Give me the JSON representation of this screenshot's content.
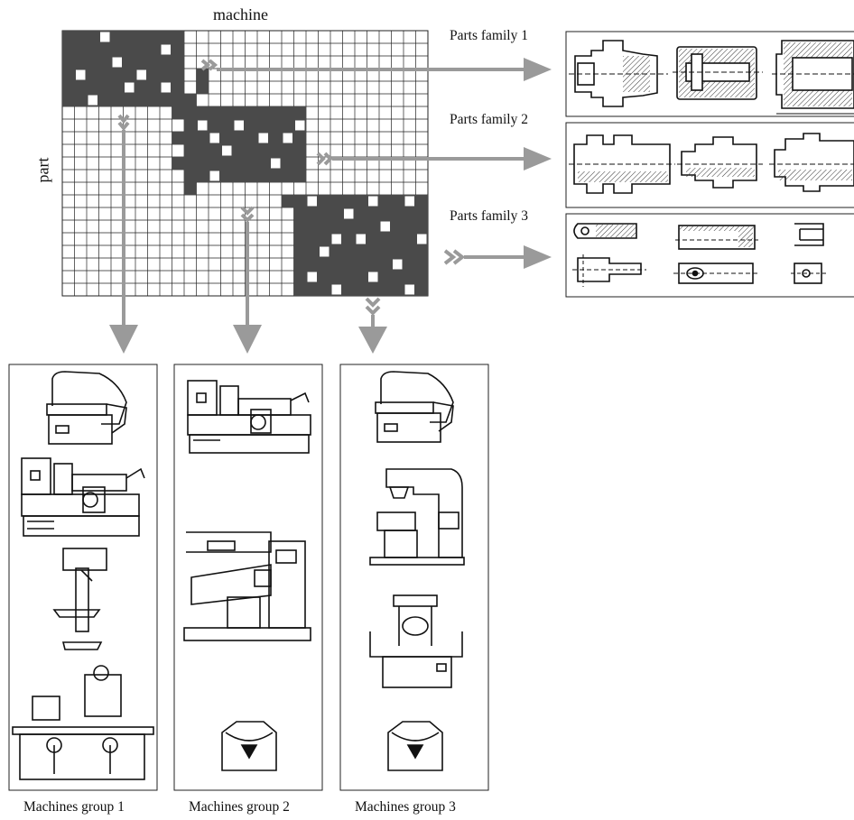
{
  "axis": {
    "machine": "machine",
    "part": "part"
  },
  "parts_families": [
    {
      "label": "Parts family 1"
    },
    {
      "label": "Parts family 2"
    },
    {
      "label": "Parts family 3"
    }
  ],
  "machine_groups": [
    {
      "label": "Machines group 1"
    },
    {
      "label": "Machines group 2"
    },
    {
      "label": "Machines group 3"
    }
  ],
  "colors": {
    "block": "#4a4a4a",
    "arrow": "#9a9a9a",
    "grid_line": "#222222"
  },
  "icons": {
    "family1": [
      "fitting-section-icon",
      "coupling-section-icon",
      "nut-section-icon"
    ],
    "family2": [
      "union-fitting-icon",
      "reducer-fitting-icon",
      "elbow-fitting-icon"
    ],
    "family3": [
      "clevis-part-icon",
      "bracket-part-icon",
      "small-block-icon"
    ],
    "group1": [
      "bandsaw-machine-icon",
      "lathe-machine-icon",
      "drill-press-icon",
      "grinding-machine-icon"
    ],
    "group2": [
      "lathe-machine-icon",
      "milling-machine-icon",
      "inspection-gauge-icon"
    ],
    "group3": [
      "bandsaw-machine-icon",
      "press-machine-icon",
      "hydraulic-press-icon",
      "inspection-gauge-icon"
    ]
  }
}
